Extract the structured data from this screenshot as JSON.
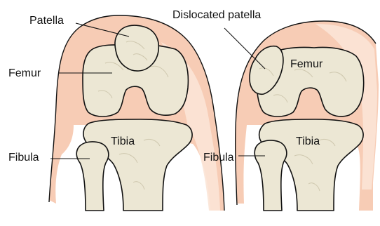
{
  "colors": {
    "bone_fill": "#ece7d4",
    "soft_tissue": "#f6c7ad",
    "soft_tissue_light": "#fbe4d6",
    "outline": "#111111"
  },
  "normal_knee": {
    "labels": {
      "patella": "Patella",
      "femur": "Femur",
      "tibia": "Tibia",
      "fibula": "Fibula"
    }
  },
  "dislocated_knee": {
    "labels": {
      "dislocated_patella": "Dislocated patella",
      "femur": "Femur",
      "tibia": "Tibia",
      "fibula": "Fibula"
    }
  }
}
